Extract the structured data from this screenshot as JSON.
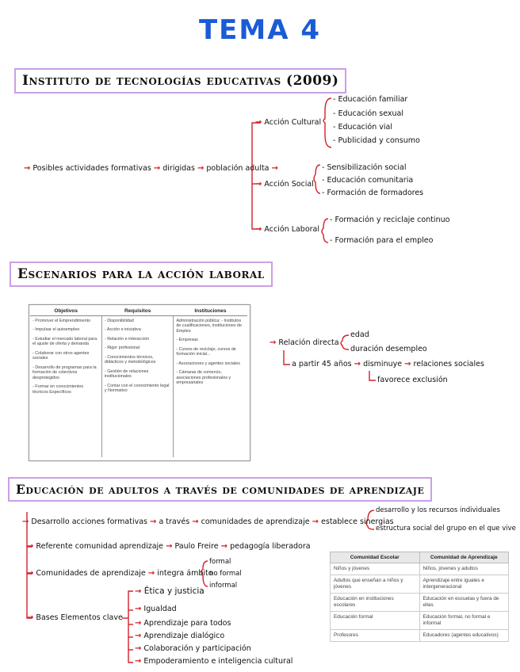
{
  "title": "TEMA 4",
  "section1": {
    "heading": "Instituto de tecnologías educativas (2009)",
    "root": "Posibles actividades formativas",
    "mid1": "dirigidas",
    "mid2": "población adulta",
    "branches": [
      {
        "label": "Acción Cultural",
        "items": [
          "Educación familiar",
          "Educación sexual",
          "Educación vial",
          "Publicidad y consumo"
        ]
      },
      {
        "label": "Acción Social",
        "items": [
          "Sensibilización social",
          "Educación comunitaria",
          "Formación de formadores"
        ]
      },
      {
        "label": "Acción Laboral",
        "items": [
          "Formación y reciclaje continuo",
          "Formación para el empleo"
        ]
      }
    ]
  },
  "section2": {
    "heading": "Escenarios para la acción laboral",
    "table": {
      "headers": [
        "Objetivos",
        "Requisitos",
        "Instituciones"
      ],
      "columns": [
        [
          "- Promover el Emprendimiento",
          "- Impulsar el autoempleo",
          "- Estudiar el mercado laboral para el ajuste de oferta y demanda",
          "- Colaborar con otros agentes sociales",
          "- Desarrollo de programas para la formación de colectivos desprotegidos",
          "- Formar en conocimientos técnicos Específicos"
        ],
        [
          "- Disponibilidad",
          "- Acción e iniciativa",
          "- Relación e interacción",
          "- Rigor profesional",
          "- Conocimientos técnicos, didácticos y metodológicos",
          "- Gestión de relaciones institucionales",
          "- Contar con el conocimiento legal y Normativo"
        ],
        [
          "Administración pública: - Institutos de cualificaciones, instituciones de Empleo",
          "- Empresas",
          "- Cursos de reciclaje, cursos de formación inicial...",
          "- Asociaciones y agentes sociales",
          "- Cámaras de comercio, asociaciones profesionales y empresariales"
        ]
      ]
    },
    "relacion": "Relación directa",
    "edad": "edad",
    "duracion": "duración desempleo",
    "apartir": "a partir 45 años",
    "disminuye": "disminuye",
    "relaciones": "relaciones sociales",
    "favorece": "favorece exclusión"
  },
  "section3": {
    "heading": "Educación de adultos a través de comunidades de aprendizaje",
    "row1": [
      "Desarrollo acciones formativas",
      "a través",
      "comunidades de aprendizaje",
      "establece sinergias"
    ],
    "row1_branches": [
      "desarrollo y los recursos individuales",
      "estructura social del grupo en el que vive"
    ],
    "row2": [
      "Referente comunidad aprendizaje",
      "Paulo Freire",
      "pedagogía liberadora"
    ],
    "row3": [
      "Comunidades de aprendizaje",
      "integra ámbito"
    ],
    "row3_branches": [
      "formal",
      "no formal",
      "informal"
    ],
    "row4": "Bases Elementos clave",
    "row4_items": [
      "Ética y justicia",
      "Igualdad",
      "Aprendizaje para todos",
      "Aprendizaje dialógico",
      "Colaboración y participación",
      "Empoderamiento e inteligencia cultural"
    ],
    "table": {
      "headers": [
        "Comunidad Escolar",
        "Comunidad de Aprendizaje"
      ],
      "rows": [
        [
          "Niños y jóvenes",
          "Niños, jóvenes y adultos"
        ],
        [
          "Adultos que enseñan a niños y jóvenes",
          "Aprendizaje entre iguales e intergeneracional"
        ],
        [
          "Educación en instituciones escolares",
          "Educación en escuelas y fuera de ellas"
        ],
        [
          "Educación formal",
          "Educación formal, no formal e informal"
        ],
        [
          "Profesores",
          "Educadores (agentes educativos)"
        ]
      ]
    }
  }
}
